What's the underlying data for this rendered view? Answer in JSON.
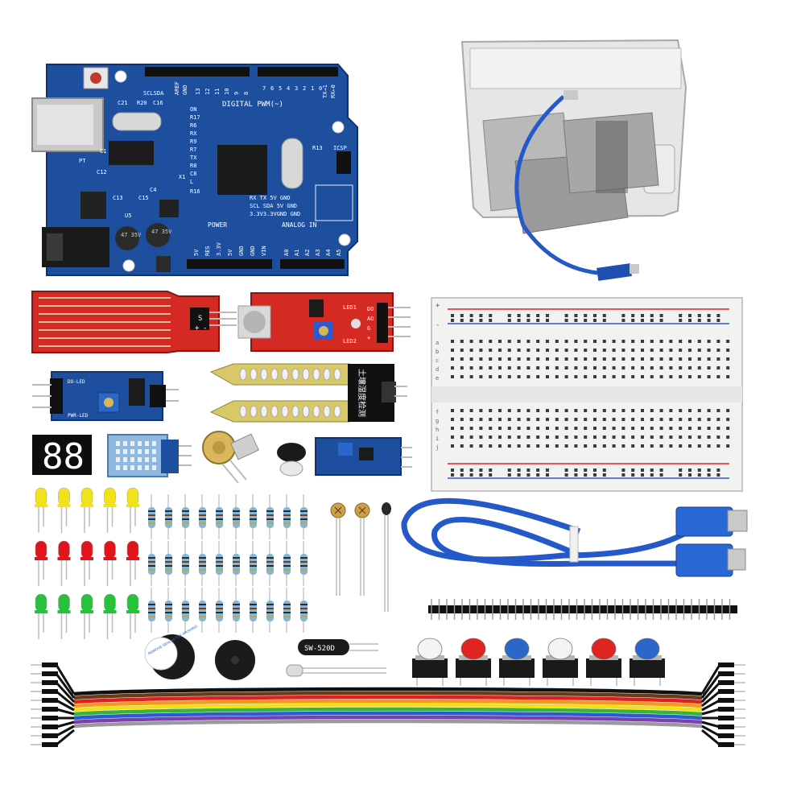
{
  "colors": {
    "background": "#ffffff",
    "pcb_blue": "#1d4f9e",
    "pcb_red": "#d42a23",
    "cable_blue": "#2558c9",
    "breadboard": "#f2f2f0",
    "led_yellow": "#f2e21a",
    "led_red": "#e0141a",
    "led_green": "#25c23a",
    "resistor_body": "#7fb8d9"
  },
  "uno": {
    "label_digital": "DIGITAL PWM(~)",
    "label_aref": "AREF",
    "label_gnd": "GND",
    "label_sclsda": "SCLSDA",
    "label_tx": "TX→1",
    "label_rx": "RX←0",
    "label_power": "POWER",
    "label_analog": "ANALOG IN",
    "label_icsp": "ICSP",
    "label_on": "ON",
    "label_l": "L",
    "label_rx_led": "RX",
    "label_tx_led": "TX",
    "label_c21": "C21",
    "label_r20": "R20",
    "label_c16": "C16",
    "label_r17": "R17",
    "label_r6": "R6",
    "label_r9": "R9",
    "label_r7": "R7",
    "label_r8": "R8",
    "label_c8": "C8",
    "label_r16": "R16",
    "label_r13": "R13",
    "label_x1": "X1",
    "label_c1": "C1",
    "label_c12": "C12",
    "label_c13": "C13",
    "label_c15": "C15",
    "label_c4": "C4",
    "label_u5": "U5",
    "label_pt": "PT",
    "cap_text": "47\n35V",
    "header_left": "RX   TX   5V  GND",
    "header_mid": "SCL SDA  5V  GND",
    "header_low": "3.3V3.3VGND GND",
    "power_pins": [
      "5V",
      "RES",
      "3.3V",
      "5V",
      "GND",
      "GND",
      "VIN"
    ],
    "analog_pins": [
      "A0",
      "A1",
      "A2",
      "A3",
      "A4",
      "A5"
    ],
    "digital_pins": [
      "7",
      "6",
      "5",
      "4",
      "3",
      "2",
      "1",
      "0"
    ],
    "digital_pins_hi": [
      "13",
      "12",
      "11",
      "10",
      "9",
      "8"
    ]
  },
  "water_sensor": {
    "label_s": "S",
    "label_plus": "+",
    "label_minus": "-"
  },
  "sound_sensor": {
    "label_led1": "LED1",
    "label_led2": "LED2",
    "label_do": "DO",
    "label_ao": "AO",
    "label_gnd": "G",
    "label_vcc": "+"
  },
  "soil_sensor": {
    "label": "土壤湿度检测"
  },
  "ir_module": {
    "label_a": "DO-LED",
    "label_b": "PWR-LED"
  },
  "seg_display": {
    "digits": "88"
  },
  "breadboard": {
    "rows_top": [
      "a",
      "b",
      "c",
      "d",
      "e"
    ],
    "rows_bottom": [
      "f",
      "g",
      "h",
      "i",
      "j"
    ],
    "plus": "+",
    "minus": "-"
  },
  "buzzer": {
    "sticker": "REMOVE SEAL AFTER WASHING"
  },
  "switch": {
    "label": "SW-520D"
  },
  "buttons": [
    {
      "color": "#f4f4f4"
    },
    {
      "color": "#e0241f"
    },
    {
      "color": "#2a67c9"
    },
    {
      "color": "#f4f4f4"
    },
    {
      "color": "#e0241f"
    },
    {
      "color": "#2a67c9"
    }
  ],
  "jumper_colors": [
    "#111111",
    "#6b3b16",
    "#e02020",
    "#f39a1c",
    "#f0e01a",
    "#3bb33b",
    "#2a5bd1",
    "#7b3fb0",
    "#9a9a9a",
    "#ffffff"
  ]
}
